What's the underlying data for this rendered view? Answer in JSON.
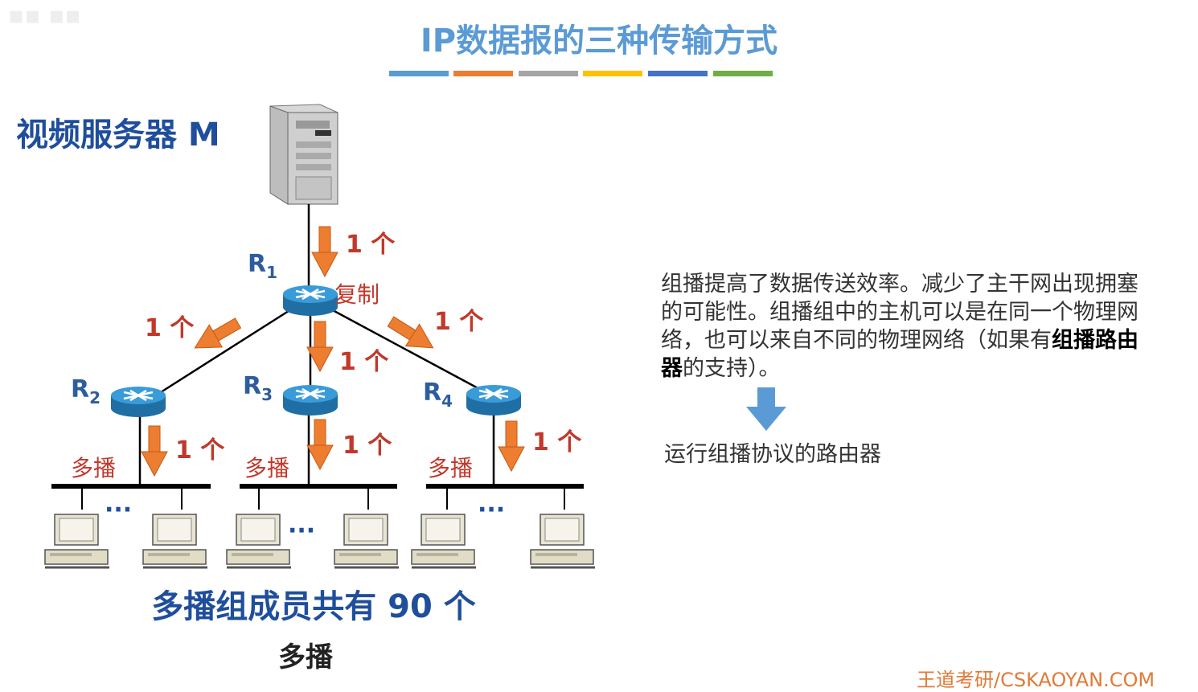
{
  "title": "IP数据报的三种传输方式",
  "title_bar_colors": [
    "#5b9bd5",
    "#ed7d31",
    "#a5a5a5",
    "#ffc000",
    "#4472c4",
    "#70ad47"
  ],
  "server_label": "视频服务器 M",
  "routers": [
    {
      "name": "R",
      "sub": "1"
    },
    {
      "name": "R",
      "sub": "2"
    },
    {
      "name": "R",
      "sub": "3"
    },
    {
      "name": "R",
      "sub": "4"
    }
  ],
  "copy_label": "复制",
  "count_label": "1 个",
  "multicast_label": "多播",
  "ellipsis": "···",
  "members_label": "多播组成员共有 90 个",
  "caption": "多播",
  "description": {
    "part1": "组播提高了数据传送效率。减少了主干网出现拥塞的可能性。组播组中的主机可以是在同一个物理网络，也可以来自不同的物理网络（如果有",
    "bold": "组播路由器",
    "part2": "的支持）。"
  },
  "result_text": "运行组播协议的路由器",
  "watermark": "王道考研/CSKAOYAN.COM",
  "colors": {
    "title": "#5b9bd5",
    "label_blue": "#1f4e9c",
    "count_red": "#c0392b",
    "arrow_orange": "#ed7d31",
    "router_blue": "#2e86c1",
    "down_arrow_blue": "#5b9bd5"
  }
}
